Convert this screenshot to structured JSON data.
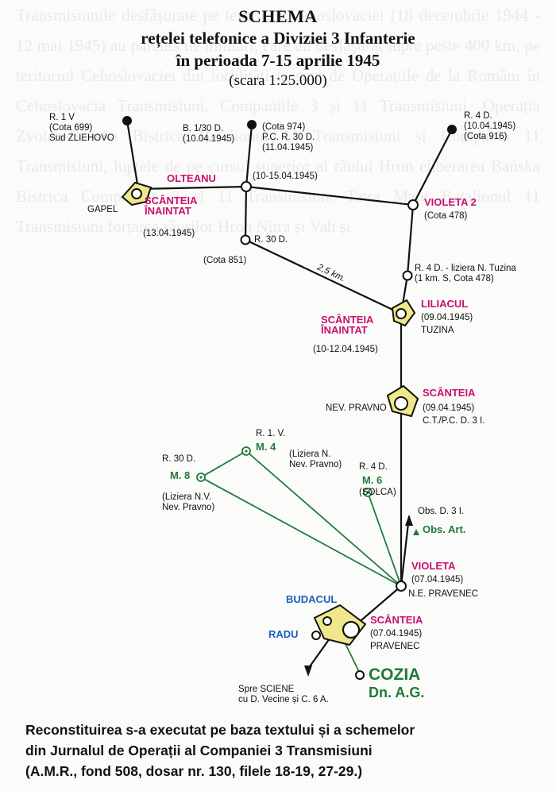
{
  "title": {
    "line1": "SCHEMA",
    "line2": "rețelei telefonice a Diviziei 3 Infanterie",
    "line3": "în perioada 7-15 aprilie 1945",
    "line4": "(scara 1:25.000)"
  },
  "nodes": {
    "r1v": "R. 1 V",
    "r1v_cota": "(Cota 699)",
    "r1v_place": "Sud ZLIEHOVO",
    "b130": "B. 1/30 D.",
    "b130_date": "(10.04.1945)",
    "cota974": "(Cota 974)",
    "pcr30": "P.C. R. 30 D.",
    "pcr30_date": "(11.04.1945)",
    "olteanu": "OLTEANU",
    "olteanu_date": "(10-15.04.1945)",
    "r4d_top": "R. 4 D.",
    "r4d_top_date": "(10.04.1945)",
    "r4d_top_cota": "(Cota 916)",
    "violeta2": "VIOLETA 2",
    "violeta2_cota": "(Cota 478)",
    "gapel": "GAPEL",
    "scanteia_inaintat1_a": "SCÂNTEIA",
    "scanteia_inaintat1_b": "ÎNAINTAT",
    "scanteia_inaintat1_date": "(13.04.1945)",
    "r30d_mid": "R. 30 D.",
    "cota851": "(Cota 851)",
    "distance": "2,5 km.",
    "r4d_tuzina": "R. 4 D. - liziera N. Tuzina",
    "r4d_tuzina_loc": "(1 km. S, Cota 478)",
    "liliacul": "LILIACUL",
    "liliacul_date": "(09.04.1945)",
    "tuzina": "TUZINA",
    "scanteia_inaintat2_a": "SCÂNTEIA",
    "scanteia_inaintat2_b": "ÎNAINTAT",
    "scanteia_inaintat2_date": "(10-12.04.1945)",
    "scanteia_pravno": "SCÂNTEIA",
    "scanteia_pravno_date": "(09.04.1945)",
    "ct_pc": "C.T./P.C. D. 3 I.",
    "nev_pravno": "NEV. PRAVNO",
    "r1v_low": "R. 1. V.",
    "m4": "M. 4",
    "m4_loc_a": "(Liziera N.",
    "m4_loc_b": "Nev. Pravno)",
    "r30d_low": "R. 30 D.",
    "m8": "M. 8",
    "m8_loc_a": "(Liziera N.V.",
    "m8_loc_b": "Nev. Pravno)",
    "r4d_low": "R. 4 D.",
    "m6": "M. 6",
    "solca": "(SOLCA)",
    "obs_d3i": "Obs. D. 3 I.",
    "obs_art": "Obs. Art.",
    "violeta": "VIOLETA",
    "violeta_date": "(07.04.1945)",
    "ne_pravenec": "N.E. PRAVENEC",
    "budacul": "BUDACUL",
    "radu": "RADU",
    "scanteia_pravenec": "SCÂNTEIA",
    "scanteia_pravenec_date": "(07.04.1945)",
    "pravenec": "PRAVENEC",
    "spre_a": "Spre SCIENE",
    "spre_b": "cu D. Vecine și C. 6 A.",
    "cozia": "COZIA",
    "dnag": "Dn. A.G."
  },
  "caption": {
    "line1": "Reconstituirea s-a executat pe baza textului și a schemelor",
    "line2": "din Jurnalul de Operații al Companiei 3 Transmisiuni",
    "line3": "(A.M.R., fond 508, dosar nr. 130, filele 18-19, 27-29.)"
  },
  "colors": {
    "line": "#111111",
    "pink": "#c8116e",
    "blue": "#1a5fc0",
    "green": "#1f7a3a",
    "yellow": "#efe88a"
  }
}
